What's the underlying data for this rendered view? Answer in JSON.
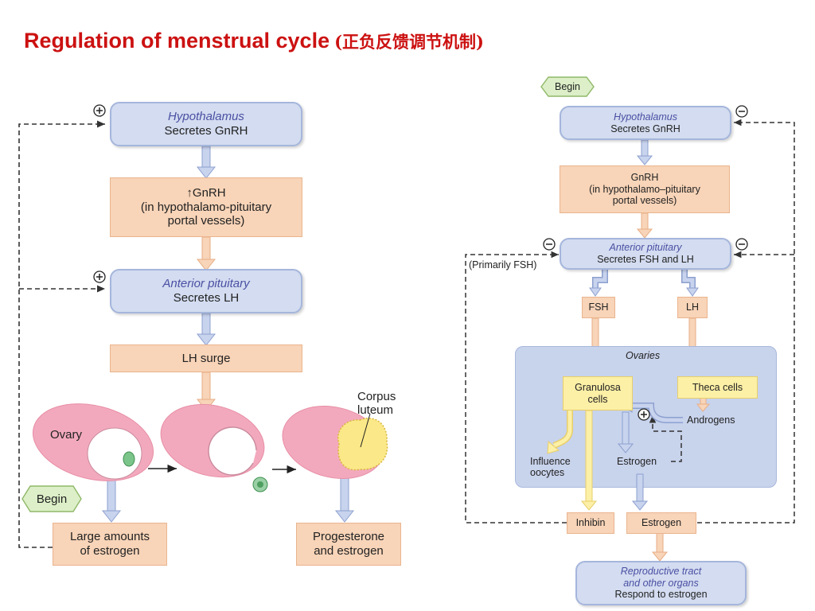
{
  "title": {
    "main": "Regulation of menstrual cycle",
    "chinese": "(正负反馈调节机制)"
  },
  "left": {
    "hypothalamus": {
      "name": "Hypothalamus",
      "action": "Secretes GnRH"
    },
    "gnrh": {
      "line1": "↑GnRH",
      "line2": "(in hypothalamo-pituitary",
      "line3": "portal vessels)"
    },
    "pituitary": {
      "name": "Anterior pituitary",
      "action": "Secretes LH"
    },
    "lh_surge": "LH surge",
    "ovary_label": "Ovary",
    "corpus_luteum": {
      "line1": "Corpus",
      "line2": "luteum"
    },
    "begin": "Begin",
    "estrogen": {
      "line1": "Large amounts",
      "line2": "of estrogen"
    },
    "progesterone": {
      "line1": "Progesterone",
      "line2": "and estrogen"
    },
    "feedback_signs": [
      "+",
      "+"
    ]
  },
  "right": {
    "begin": "Begin",
    "hypothalamus": {
      "name": "Hypothalamus",
      "action": "Secretes GnRH"
    },
    "gnrh": {
      "line1": "GnRH",
      "line2": "(in hypothalamo–pituitary",
      "line3": "portal vessels)"
    },
    "pituitary": {
      "name": "Anterior pituitary",
      "action": "Secretes FSH and LH"
    },
    "primarily_fsh": "(Primarily FSH)",
    "fsh": "FSH",
    "lh": "LH",
    "ovaries": "Ovaries",
    "granulosa": {
      "line1": "Granulosa",
      "line2": "cells"
    },
    "theca": "Theca cells",
    "androgens": "Androgens",
    "influence": {
      "line1": "Influence",
      "line2": "oocytes"
    },
    "estrogen_inner": "Estrogen",
    "inhibin": "Inhibin",
    "estrogen_out": "Estrogen",
    "target": {
      "line1": "Reproductive tract",
      "line2": "and other organs",
      "line3": "Respond to estrogen"
    },
    "feedback_signs": [
      "−",
      "−",
      "−",
      "+"
    ]
  },
  "colors": {
    "title": "#cc1111",
    "blue_box": "#d3dcf0",
    "peach_box": "#f8d4b8",
    "yellow_box": "#fcefa6",
    "ovaries_panel": "#c8d3ec",
    "begin_tag": "#dcefc8",
    "ovary_pink": "#f3a9bd",
    "corpus_luteum_yellow": "#fbe888"
  }
}
